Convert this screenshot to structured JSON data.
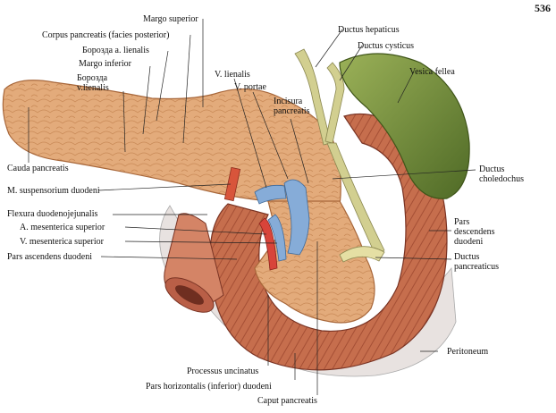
{
  "page_number": "536",
  "labels": {
    "margo_superior": "Margo superior",
    "corpus_pancreatis": "Corpus pancreatis (facies posterior)",
    "borozda_lienalis_a": "Борозда a. lienalis",
    "margo_inferior": "Margo inferior",
    "borozda_v_l1": "Борозда",
    "borozda_v_l2": "v.lienalis",
    "cauda_pancreatis": "Cauda pancreatis",
    "m_suspensorium": "M. suspensorium duodeni",
    "flexura": "Flexura duodenojejunalis",
    "a_mesenterica": "A. mesenterica superior",
    "v_mesenterica": "V. mesenterica superior",
    "pars_ascendens": "Pars ascendens  duodeni",
    "v_lienalis": "V. lienalis",
    "v_portae": "V. portae",
    "incisura_l1": "Incisura",
    "incisura_l2": "pancreatis",
    "ductus_hepaticus": "Ductus hepaticus",
    "ductus_cysticus": "Ductus cysticus",
    "vesica_fellea": "Vesica fellea",
    "ductus_choledochus_l1": "Ductus",
    "ductus_choledochus_l2": "choledochus",
    "pars_descendens_l1": "Pars",
    "pars_descendens_l2": "descendens",
    "pars_descendens_l3": "duodeni",
    "ductus_pancreaticus_l1": "Ductus",
    "ductus_pancreaticus_l2": "pancreaticus",
    "peritoneum": "Peritoneum",
    "processus_uncinatus": "Processus uncinatus",
    "pars_horizontalis": "Pars  horizontalis (inferior) duodeni",
    "caput_pancreatis": "Caput pancreatis"
  },
  "colors": {
    "pancreas": "#e2a877",
    "pancreas_dark": "#b9743f",
    "duodenum": "#c46a4a",
    "duodenum_light": "#e0987a",
    "gallbladder": "#6f8a3a",
    "ducts": "#c9c98a",
    "vein": "#7fa7d6",
    "artery": "#d8443a",
    "leader": "#222222"
  }
}
